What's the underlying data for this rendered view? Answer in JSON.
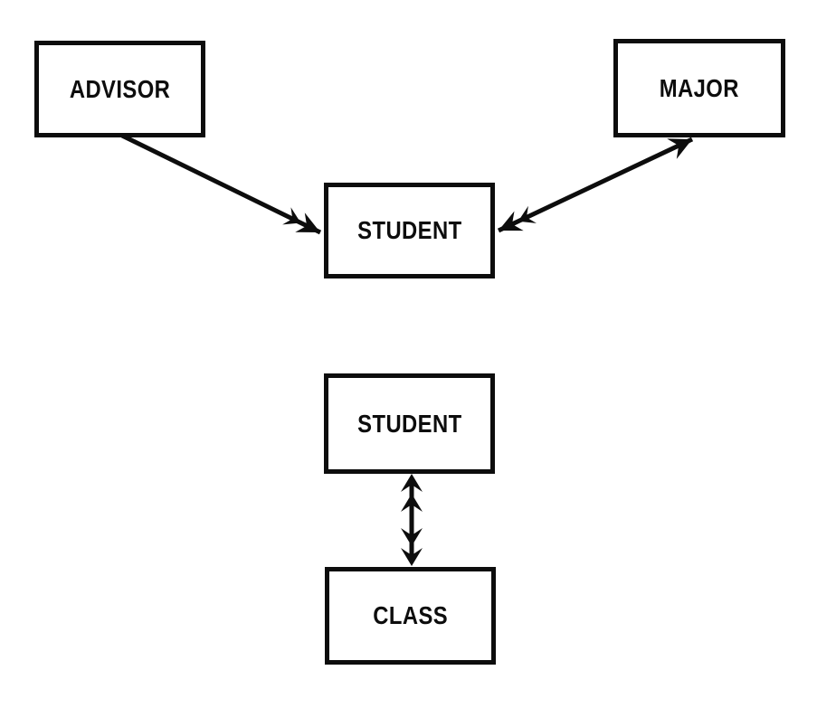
{
  "diagram": {
    "type": "data-structure-diagram",
    "background_color": "#ffffff",
    "line_color": "#0d0d0d",
    "nodes": [
      {
        "id": "advisor",
        "label": "ADVISOR"
      },
      {
        "id": "major",
        "label": "MAJOR"
      },
      {
        "id": "student_top",
        "label": "STUDENT"
      },
      {
        "id": "student_bottom",
        "label": "STUDENT"
      },
      {
        "id": "class",
        "label": "CLASS"
      }
    ],
    "edges": [
      {
        "from": "advisor",
        "to": "student_top",
        "from_arrowhead": "none",
        "to_arrowhead": "double"
      },
      {
        "from": "major",
        "to": "student_top",
        "from_arrowhead": "single",
        "to_arrowhead": "double"
      },
      {
        "from": "student_bottom",
        "to": "class",
        "from_arrowhead": "double",
        "to_arrowhead": "double"
      }
    ]
  }
}
